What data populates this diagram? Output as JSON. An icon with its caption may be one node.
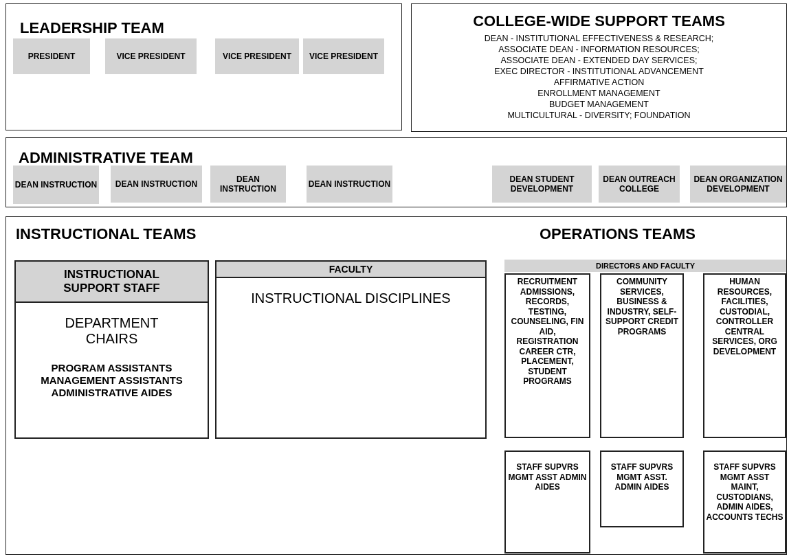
{
  "diagram": {
    "nodes": [
      {
        "text": [
          "LEADERSHIP TEAM"
        ]
      },
      {
        "text": [
          "PRESIDENT"
        ],
        "in": 0
      },
      {
        "text": [
          "VICE PRESIDENT"
        ],
        "in": 0
      },
      {
        "text": [
          "VICE PRESIDENT"
        ],
        "in": 0
      },
      {
        "text": [
          "VICE PRESIDENT"
        ],
        "in": 0
      },
      {
        "text": [
          "COLLEGE-WIDE SUPPORT TEAMS",
          "DEAN - INSTITUTIONAL EFFECTIVENESS & RESEARCH;",
          "ASSOCIATE DEAN - INFORMATION RESOURCES;",
          "ASSOCIATE DEAN - EXTENDED DAY SERVICES;",
          "EXEC DIRECTOR - INSTITUTIONAL ADVANCEMENT",
          "AFFIRMATIVE ACTION",
          "ENROLLMENT MANAGEMENT",
          "BUDGET MANAGEMENT",
          "MULTICULTURAL - DIVERSITY; FOUNDATION"
        ]
      },
      {
        "text": [
          "ADMINISTRATIVE TEAM"
        ]
      },
      {
        "text": [
          "DEAN INSTRUCTION"
        ],
        "in": 6
      },
      {
        "text": [
          "DEAN INSTRUCTION"
        ],
        "in": 6
      },
      {
        "text": [
          "DEAN INSTRUCTION"
        ],
        "in": 6
      },
      {
        "text": [
          "DEAN INSTRUCTION"
        ],
        "in": 6
      },
      {
        "text": [
          "DEAN STUDENT DEVELOPMENT"
        ],
        "in": 6
      },
      {
        "text": [
          "DEAN OUTREACH COLLEGE"
        ],
        "in": 6
      },
      {
        "text": [
          "DEAN ORGANIZATION DEVELOPMENT"
        ],
        "in": 6
      },
      {
        "text": [
          "INSTRUCTIONAL TEAMS",
          "OPERATIONS TEAMS"
        ]
      },
      {
        "text": [
          "INSTRUCTIONAL SUPPORT STAFF",
          "DEPARTMENT CHAIRS",
          "PROGRAM ASSISTANTS MANAGEMENT ASSISTANTS ADMINISTRATIVE AIDES"
        ],
        "in": 14
      },
      {
        "text": [
          "FACULTY",
          "INSTRUCTIONAL DISCIPLINES"
        ],
        "in": 14
      },
      {
        "text": [
          "DIRECTORS AND FACULTY"
        ],
        "in": 14
      },
      {
        "text": [
          "RECRUITMENT ADMISSIONS, RECORDS, TESTING, COUNSELING, FIN AID, REGISTRATION CAREER CTR, PLACEMENT, STUDENT PROGRAMS"
        ],
        "in": 14
      },
      {
        "text": [
          "COMMUNITY SERVICES, BUSINESS & INDUSTRY, SELF-SUPPORT CREDIT PROGRAMS"
        ],
        "in": 14
      },
      {
        "text": [
          "HUMAN RESOURCES, FACILITIES, CUSTODIAL, CONTROLLER CENTRAL SERVICES, ORG DEVELOPMENT"
        ],
        "in": 14
      },
      {
        "text": [
          "STAFF SUPVRS MGMT ASST ADMIN AIDES"
        ],
        "in": 14
      },
      {
        "text": [
          "STAFF SUPVRS MGMT ASST. ADMIN AIDES"
        ],
        "in": 14
      },
      {
        "text": [
          "STAFF SUPVRS MGMT ASST MAINT, CUSTODIANS, ADMIN AIDES, ACCOUNTS TECHS"
        ],
        "in": 14
      }
    ]
  }
}
